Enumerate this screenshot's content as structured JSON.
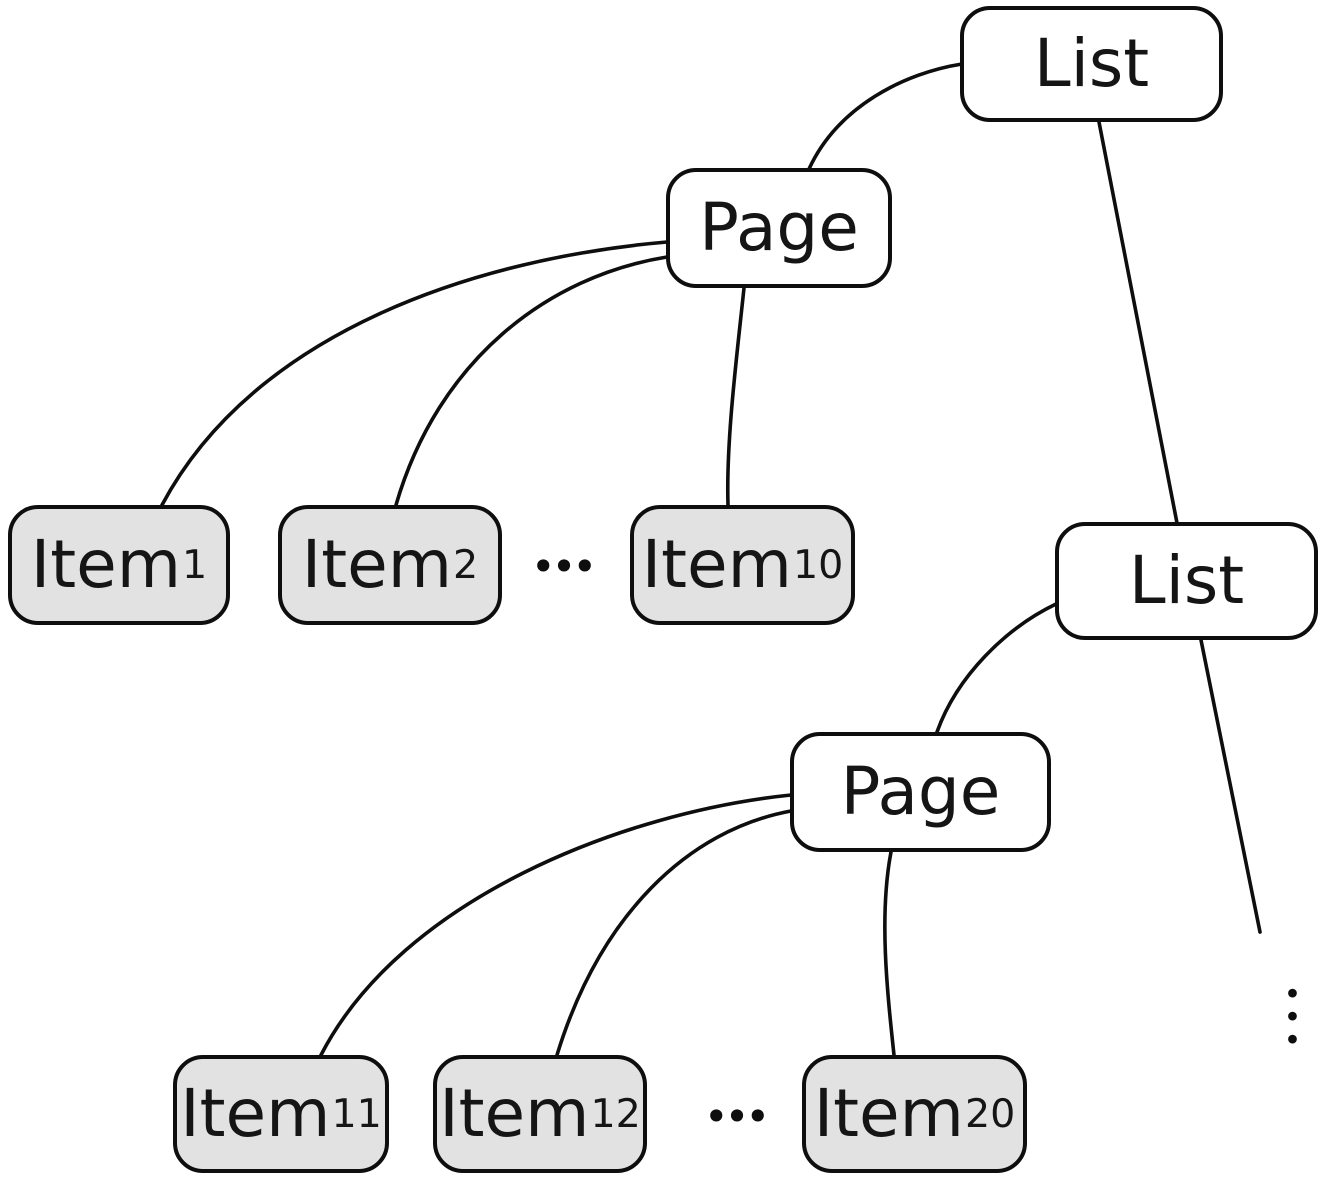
{
  "nodes": {
    "list1": {
      "label": "List"
    },
    "page1": {
      "label": "Page"
    },
    "item1": {
      "label": "Item",
      "sub": "1"
    },
    "item2": {
      "label": "Item",
      "sub": "2"
    },
    "item10": {
      "label": "Item",
      "sub": "10"
    },
    "list2": {
      "label": "List"
    },
    "page2": {
      "label": "Page"
    },
    "item11": {
      "label": "Item",
      "sub": "11"
    },
    "item12": {
      "label": "Item",
      "sub": "12"
    },
    "item20": {
      "label": "Item",
      "sub": "20"
    }
  },
  "ellipsis": {
    "horizontal_row1": "•••",
    "horizontal_row2": "•••",
    "vertical": "•••"
  },
  "edges": [
    {
      "from": "list1",
      "to": "page1"
    },
    {
      "from": "list1",
      "to": "list2"
    },
    {
      "from": "page1",
      "to": "item1"
    },
    {
      "from": "page1",
      "to": "item2"
    },
    {
      "from": "page1",
      "to": "item10"
    },
    {
      "from": "list2",
      "to": "page2"
    },
    {
      "from": "list2",
      "to": "more-lists-ellipsis"
    },
    {
      "from": "page2",
      "to": "item11"
    },
    {
      "from": "page2",
      "to": "item12"
    },
    {
      "from": "page2",
      "to": "item20"
    }
  ],
  "colors": {
    "stroke": "#0e0e0e",
    "text": "#151515",
    "list_page_fill": "#ffffff",
    "item_fill": "#e2e2e2",
    "background": "#ffffff"
  }
}
